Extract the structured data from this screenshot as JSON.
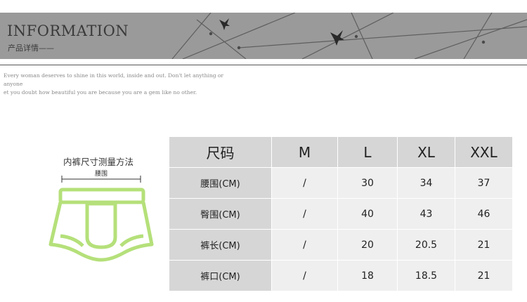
{
  "banner": {
    "title": "INFORMATION",
    "subtitle": "产品详情——"
  },
  "tagline": {
    "line1": "Every woman deserves to shine in this world, inside and out. Don't let anything or anyone",
    "line2": "et you doubt how beautiful you are because you are a gem like no other."
  },
  "diagram": {
    "title": "内裤尺寸测量方法",
    "waist_label": "腰围"
  },
  "size_table": {
    "header": [
      "尺码",
      "M",
      "L",
      "XL",
      "XXL"
    ],
    "rows": [
      {
        "label": "腰围(CM)",
        "values": [
          "/",
          "30",
          "34",
          "37"
        ]
      },
      {
        "label": "臀围(CM)",
        "values": [
          "/",
          "40",
          "43",
          "46"
        ]
      },
      {
        "label": "裤长(CM)",
        "values": [
          "/",
          "20",
          "20.5",
          "21"
        ]
      },
      {
        "label": "裤口(CM)",
        "values": [
          "/",
          "18",
          "18.5",
          "21"
        ]
      }
    ]
  },
  "colors": {
    "banner": "#9a9a9a",
    "table_header": "#d6d6d6",
    "table_cell": "#efefef",
    "garment_outline": "#b5e07a"
  }
}
